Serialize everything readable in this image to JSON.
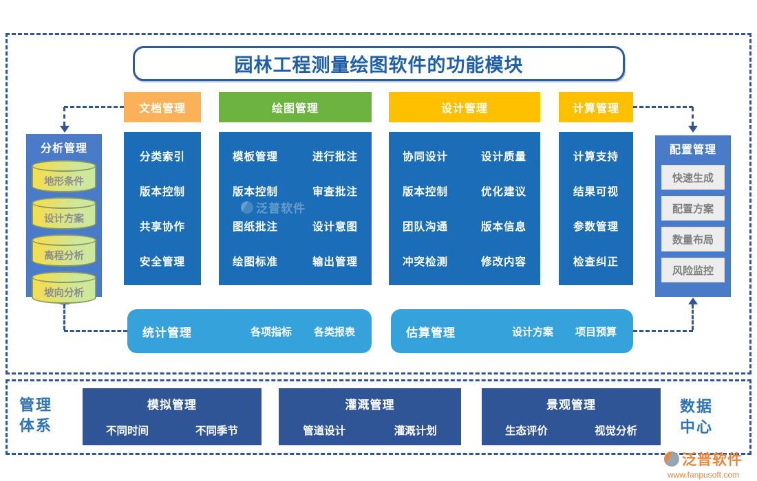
{
  "title": "园林工程测量绘图软件的功能模块",
  "tabs": [
    {
      "label": "文档管理",
      "color": "#FBB157"
    },
    {
      "label": "绘图管理",
      "color": "#6CB33F"
    },
    {
      "label": "设计管理",
      "color": "#FFC000"
    },
    {
      "label": "计算管理",
      "color": "#FFC000"
    }
  ],
  "left_panel": {
    "title": "分析管理",
    "items": [
      "地形条件",
      "设计方案",
      "高程分析",
      "坡向分析"
    ]
  },
  "right_panel": {
    "title": "配置管理",
    "items": [
      "快速生成",
      "配置方案",
      "数量布局",
      "风险监控"
    ]
  },
  "columns": {
    "doc": {
      "items": [
        "分类索引",
        "版本控制",
        "共享协作",
        "安全管理"
      ]
    },
    "draw": {
      "rows": [
        [
          "模板管理",
          "进行批注"
        ],
        [
          "版本控制",
          "审查批注"
        ],
        [
          "图纸批注",
          "设计意图"
        ],
        [
          "绘图标准",
          "输出管理"
        ]
      ]
    },
    "design": {
      "rows": [
        [
          "协同设计",
          "设计质量"
        ],
        [
          "版本控制",
          "优化建议"
        ],
        [
          "团队沟通",
          "版本信息"
        ],
        [
          "冲突检测",
          "修改内容"
        ]
      ]
    },
    "calc": {
      "items": [
        "计算支持",
        "结果可视",
        "参数管理",
        "检查纠正"
      ]
    }
  },
  "bars": {
    "stat": {
      "title": "统计管理",
      "items": [
        "各项指标",
        "各类报表"
      ]
    },
    "estimate": {
      "title": "估算管理",
      "items": [
        "设计方案",
        "项目预算"
      ]
    }
  },
  "bottom": {
    "left_label": [
      "管理",
      "体系"
    ],
    "right_label": [
      "数据",
      "中心"
    ],
    "boxes": [
      {
        "title": "模拟管理",
        "items": [
          "不同时间",
          "不同季节"
        ]
      },
      {
        "title": "灌溉管理",
        "items": [
          "管道设计",
          "灌溉计划"
        ]
      },
      {
        "title": "景观管理",
        "items": [
          "生态评价",
          "视觉分析"
        ]
      }
    ]
  },
  "watermark": {
    "text": "泛普软件"
  },
  "logo": {
    "brand": "泛普软件",
    "url": "www.fanpusoft.com"
  },
  "colors": {
    "navy": "#2F5597",
    "column_blue": "#1A6DB6",
    "panel_blue": "#4A7BC9",
    "sky_blue": "#36A2DC",
    "orange": "#FBB157",
    "green": "#6CB33F",
    "gold": "#FFC000",
    "title_blue": "#1F5FA9",
    "logo_orange": "#E8863C"
  }
}
